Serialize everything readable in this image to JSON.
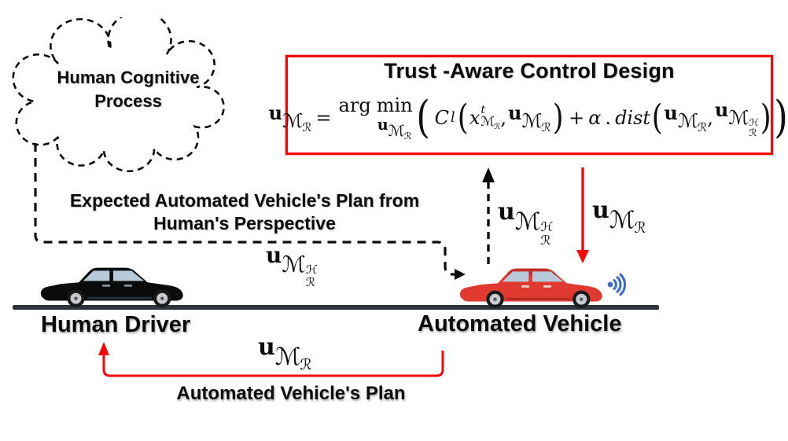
{
  "cloud": {
    "label": "Human Cognitive Process"
  },
  "control_box": {
    "title": "Trust -Aware Control Design"
  },
  "math": {
    "u": "u",
    "M": "ℳ",
    "R": "ℛ",
    "H": "ℋ",
    "eq": "=",
    "arg": "arg",
    "min": "min",
    "C": "C",
    "l": "l",
    "x": "x",
    "t": "t",
    "comma": ",",
    "plus": "+",
    "alpha": "α",
    "dot": ".",
    "dist": "dist",
    "lp": "(",
    "rp": ")"
  },
  "labels": {
    "expected_line1": "Expected Automated Vehicle's Plan from",
    "expected_line2": "Human's Perspective",
    "human_driver": "Human Driver",
    "automated_vehicle": "Automated Vehicle",
    "av_plan": "Automated Vehicle's Plan"
  },
  "colors": {
    "accent_red": "#f70707",
    "road": "#2f343c",
    "car_red": "#df3930",
    "car_black": "#0b0b0b",
    "window_blue": "#b7cad9",
    "wifi_blue": "#3a6ec9"
  }
}
